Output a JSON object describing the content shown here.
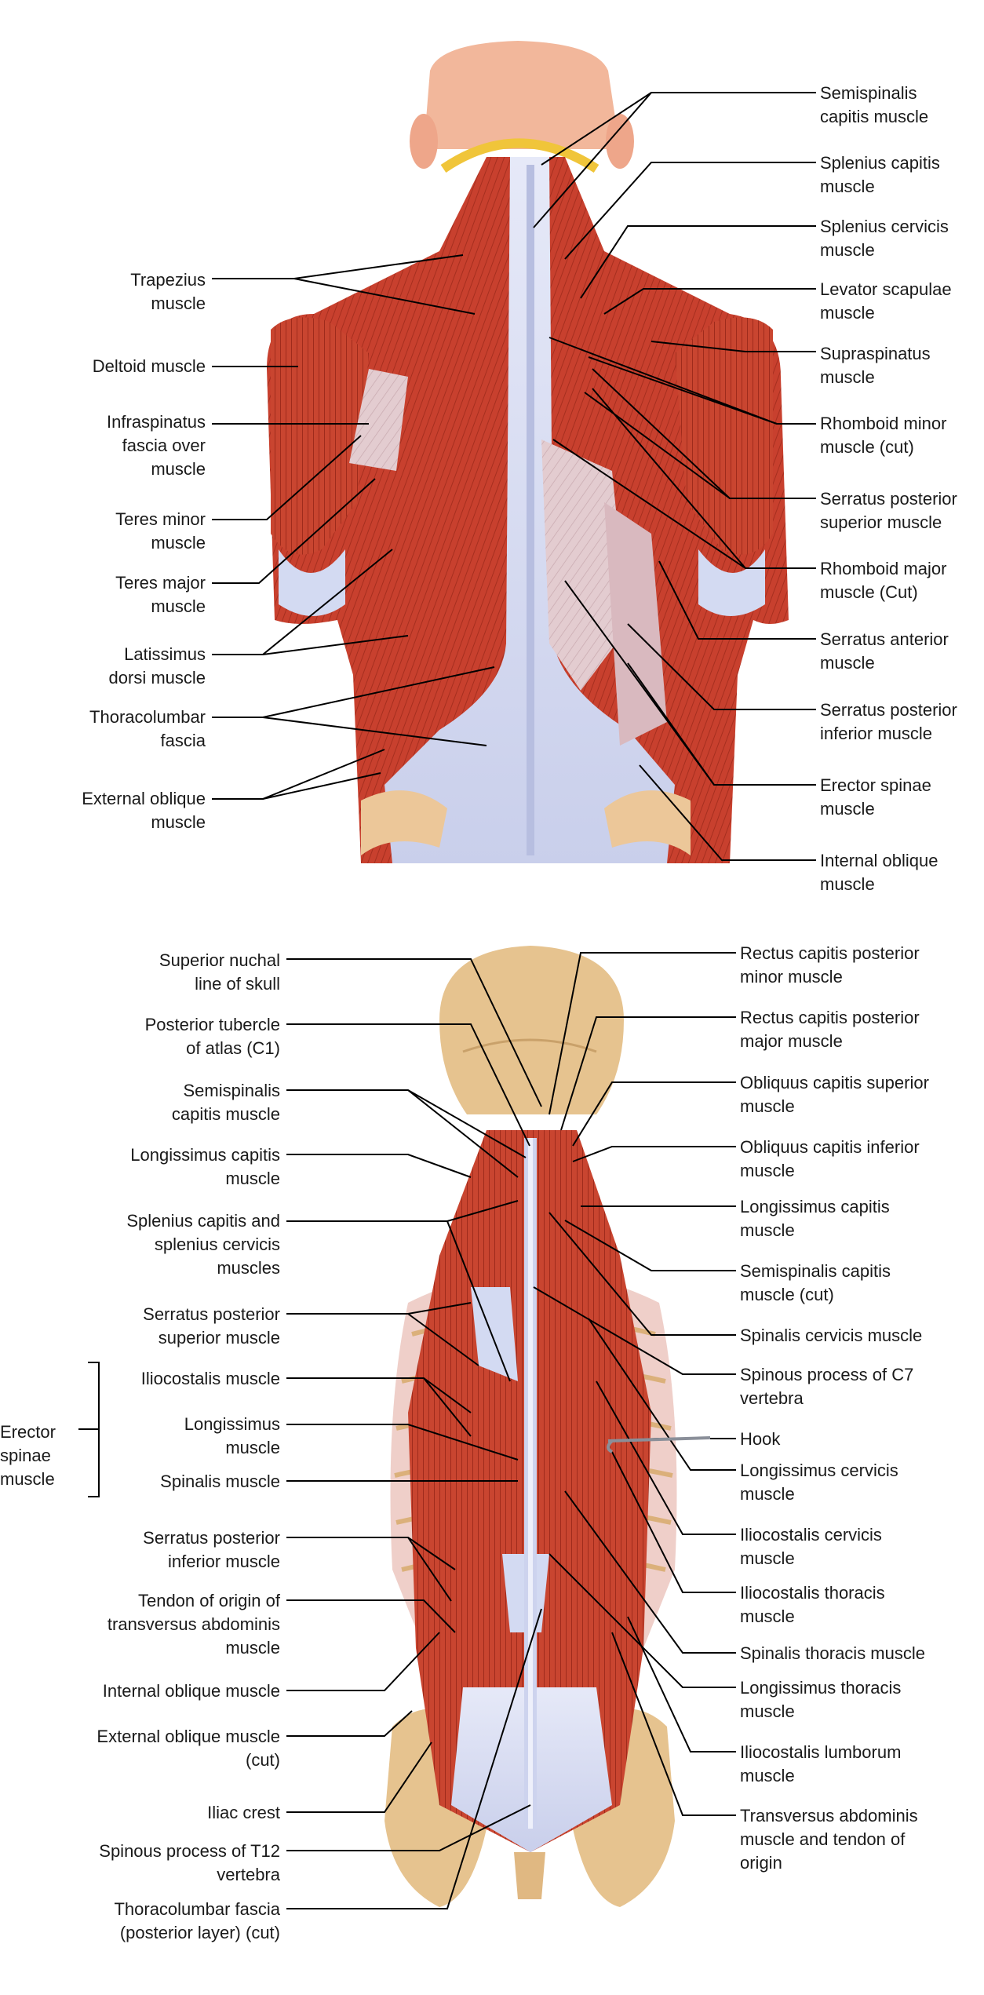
{
  "top_panel": {
    "left_labels": [
      "Trapezius\nmuscle",
      "Deltoid muscle",
      "Infraspinatus\nfascia over\nmuscle",
      "Teres minor\nmuscle",
      "Teres major\nmuscle",
      "Latissimus\ndorsi muscle",
      "Thoracolumbar\nfascia",
      "External oblique\nmuscle"
    ],
    "right_labels": [
      "Semispinalis\ncapitis muscle",
      "Splenius capitis\nmuscle",
      "Splenius cervicis\nmuscle",
      "Levator scapulae\nmuscle",
      "Supraspinatus\nmuscle",
      "Rhomboid minor\nmuscle (cut)",
      "Serratus posterior\nsuperior muscle",
      "Rhomboid major\nmuscle (Cut)",
      "Serratus anterior\nmuscle",
      "Serratus posterior\ninferior muscle",
      "Erector spinae\nmuscle",
      "Internal oblique\nmuscle"
    ]
  },
  "bottom_panel": {
    "left_labels": [
      "Superior nuchal\nline of skull",
      "Posterior tubercle\nof atlas (C1)",
      "Semispinalis\ncapitis muscle",
      "Longissimus capitis\nmuscle",
      "Splenius capitis and\nsplenius cervicis\nmuscles",
      "Serratus posterior\nsuperior muscle",
      "Iliocostalis muscle",
      "Longissimus\nmuscle",
      "Spinalis muscle",
      "Serratus posterior\ninferior muscle",
      "Tendon of origin of\ntransversus abdominis\nmuscle",
      "Internal oblique muscle",
      "External oblique muscle\n(cut)",
      "Iliac crest",
      "Spinous process of T12\nvertebra",
      "Thoracolumbar fascia\n(posterior layer) (cut)"
    ],
    "group_label": "Erector\nspinae\nmuscle",
    "right_labels": [
      "Rectus capitis posterior\nminor muscle",
      "Rectus capitis posterior\nmajor muscle",
      "Obliquus capitis superior\nmuscle",
      "Obliquus capitis inferior\nmuscle",
      "Longissimus capitis\nmuscle",
      "Semispinalis capitis\nmuscle (cut)",
      "Spinalis cervicis muscle",
      "Spinous process of C7\nvertebra",
      "Hook",
      "Longissimus cervicis\nmuscle",
      "Iliocostalis cervicis\nmuscle",
      "Iliocostalis thoracis\nmuscle",
      "Spinalis thoracis muscle",
      "Longissimus thoracis\nmuscle",
      "Iliocostalis lumborum\nmuscle",
      "Transversus abdominis\nmuscle and tendon of\norigin"
    ]
  },
  "colors": {
    "muscle": "#c8402e",
    "muscle_dark": "#9e2a1c",
    "fascia": "#d8ddf2",
    "bone": "#e8c48f",
    "skin": "#f1b59a",
    "leader": "#000000"
  }
}
